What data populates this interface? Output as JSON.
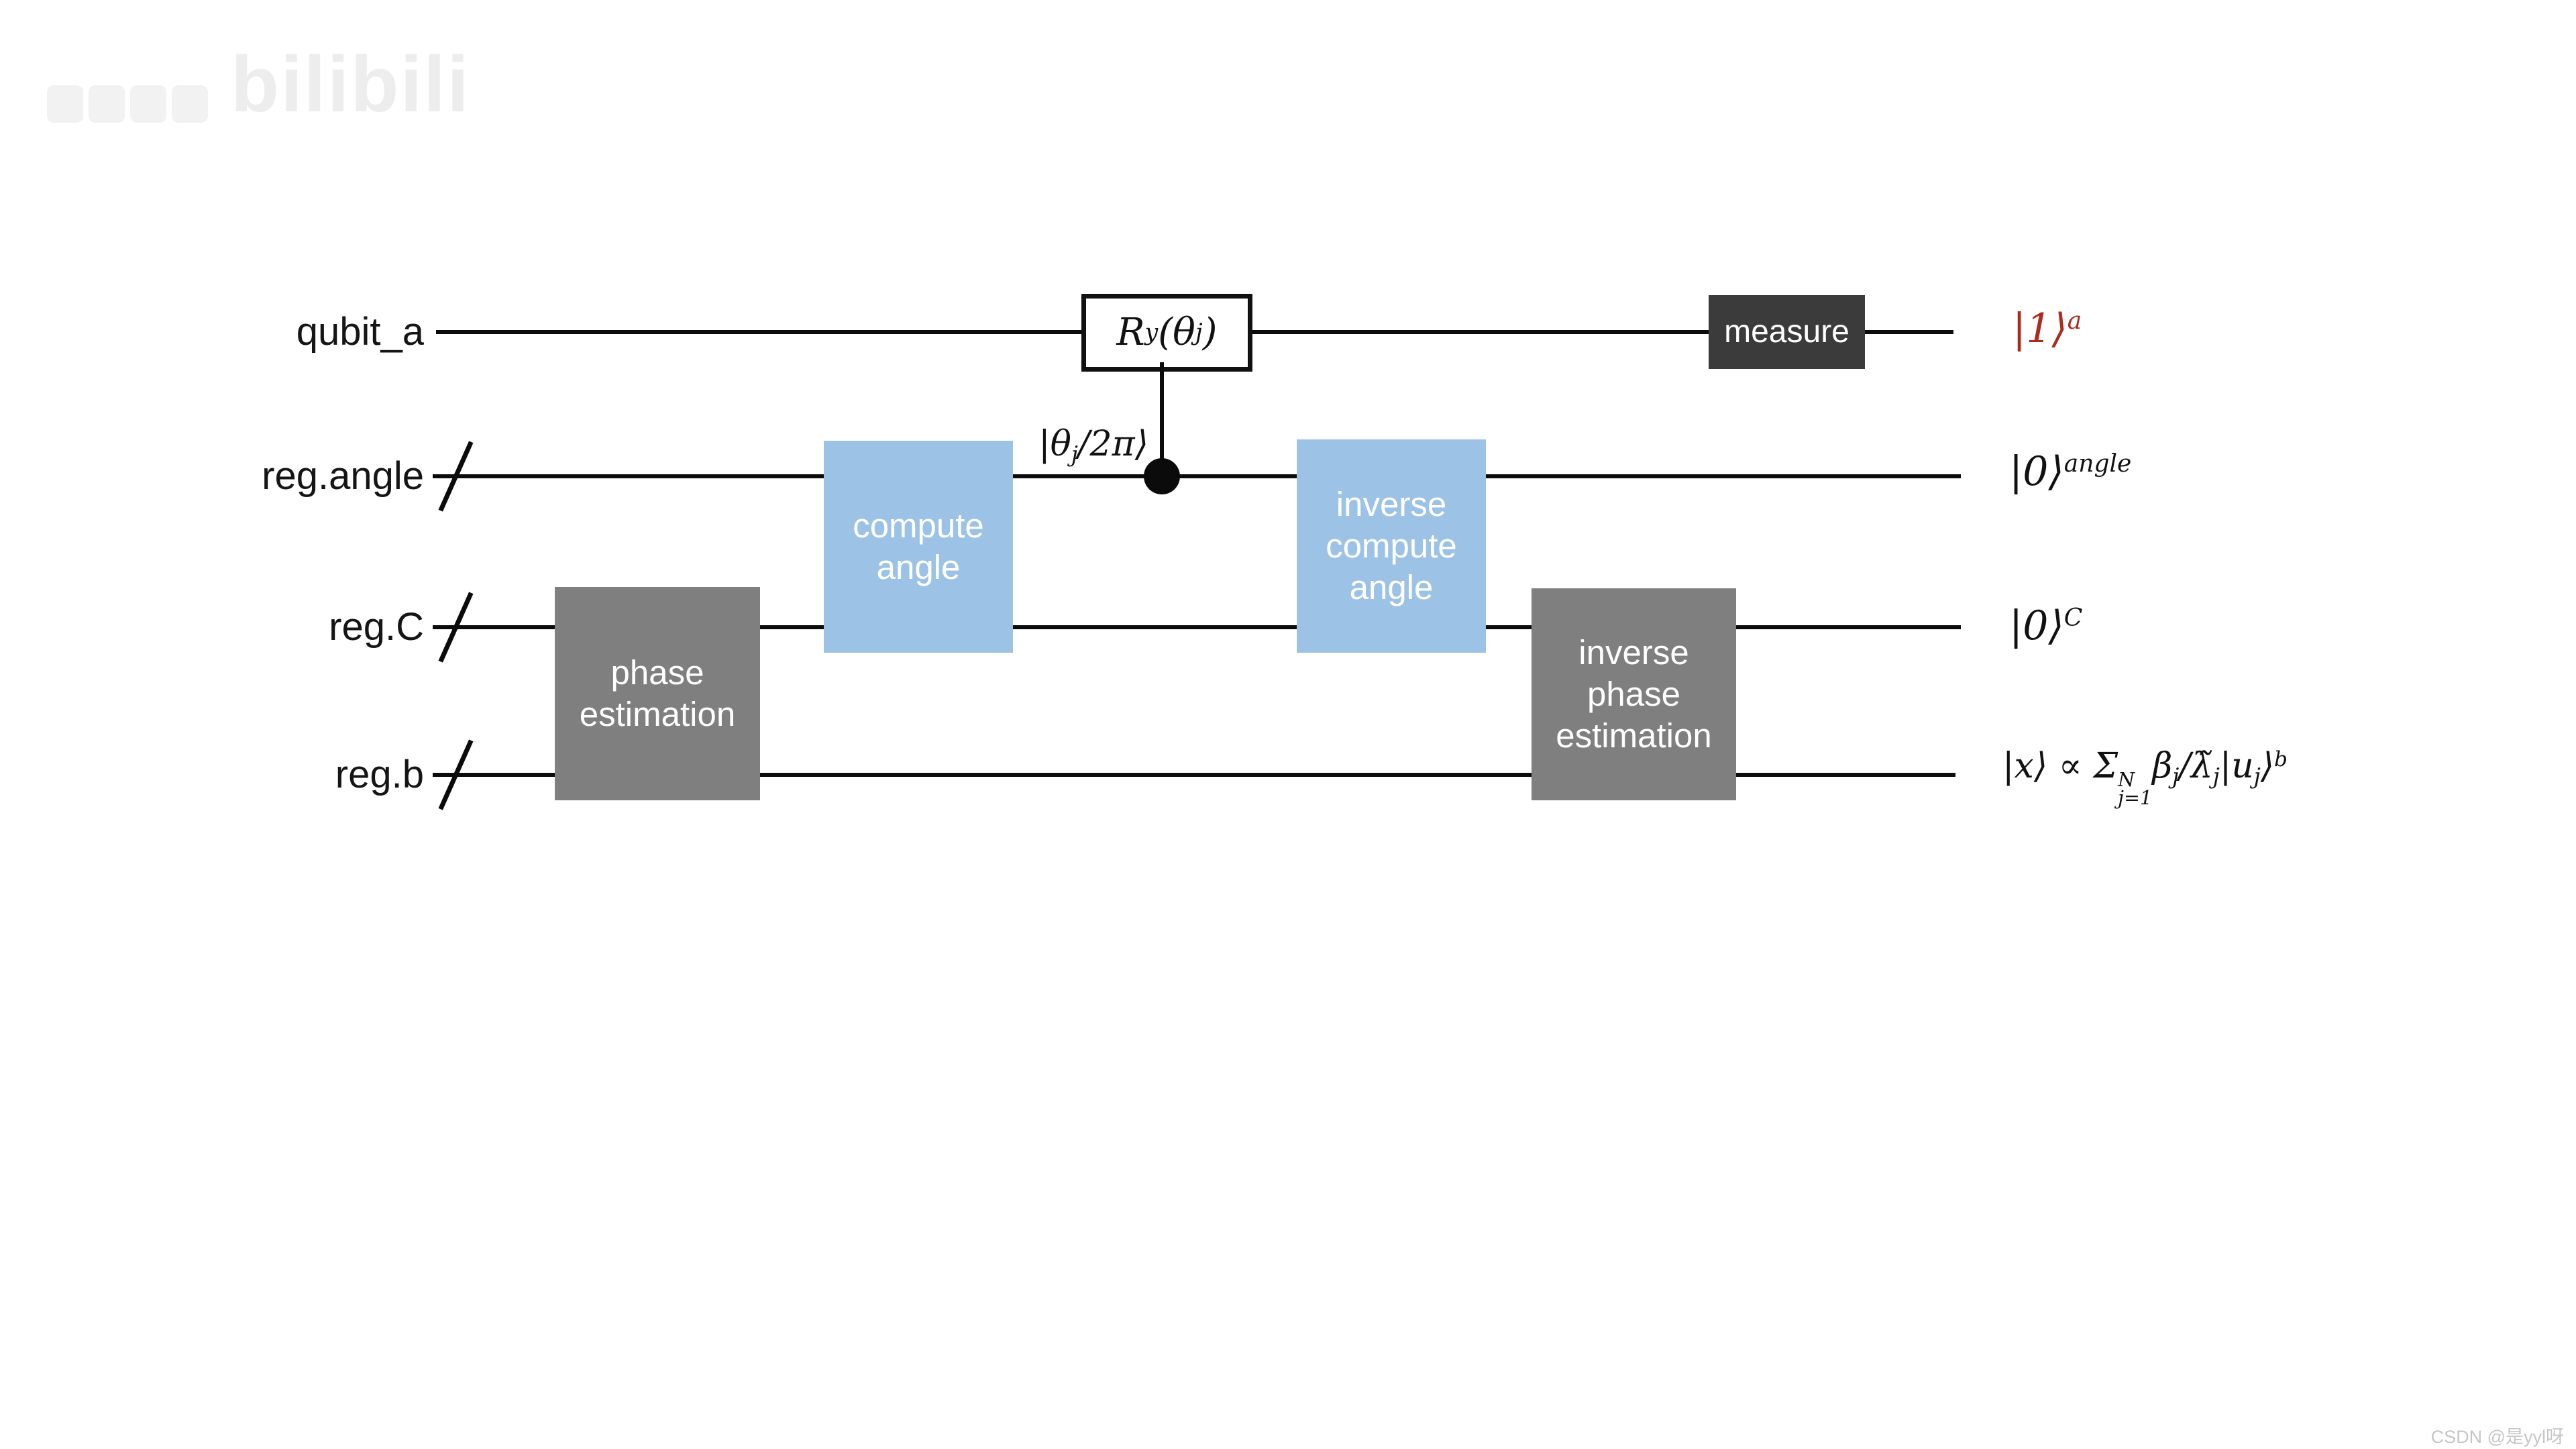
{
  "watermarks": {
    "bilibili": "bilibili",
    "csdn": "CSDN @是yyl呀"
  },
  "colors": {
    "gate_blue": "#9CC3E5",
    "gate_gray": "#7F7F7F",
    "measure_dark": "#3B3B3B",
    "result_red": "#AD2A1E",
    "wire_black": "#0b0b0b"
  },
  "wires": {
    "wire1_label": "qubit_a",
    "wire2_label": "reg.angle",
    "wire3_label": "reg.C",
    "wire4_label": "reg.b"
  },
  "gates": {
    "phase_estimation": "phase\nestimation",
    "compute_angle": "compute\nangle",
    "inverse_compute_angle": "inverse\ncompute\nangle",
    "inverse_phase_estimation": "inverse\nphase\nestimation",
    "measure": "measure",
    "ry": {
      "p1": "R",
      "sub1": "y",
      "p2": "(θ",
      "sub2": "j",
      "p3": ")"
    }
  },
  "annotations": {
    "control_state": {
      "p1": "|θ",
      "sub1": "j",
      "p2": "/2π⟩"
    }
  },
  "outputs": {
    "qubit_a": {
      "base": "|1⟩",
      "sup": "a"
    },
    "reg_angle": {
      "base": "|0⟩",
      "sup": "angle"
    },
    "reg_c": {
      "base": "|0⟩",
      "sup": "C"
    },
    "reg_b": {
      "p1": "|x⟩ ∝ Σ",
      "sup1": "N",
      "sub1": "j=1",
      "p2": "β",
      "sub2": "j",
      "p3": "/λ̃",
      "sub3": "j",
      "p4": "|u",
      "sub4": "j",
      "p5": "⟩",
      "sup2": "b"
    }
  }
}
